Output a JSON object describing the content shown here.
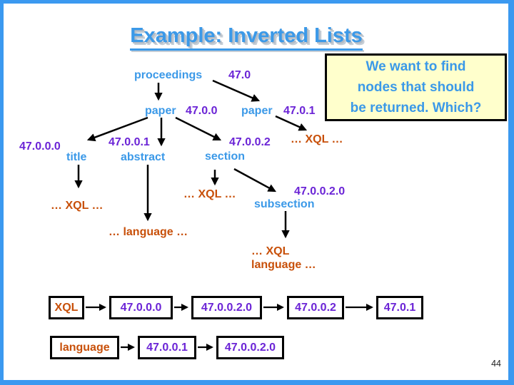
{
  "slide": {
    "title": "Example: Inverted Lists",
    "page_number": "44"
  },
  "callout": {
    "line1": "We want to find",
    "line2": "nodes that should",
    "line3": "be returned. Which?"
  },
  "tree": {
    "proceedings": {
      "label": "proceedings",
      "code": "47.0"
    },
    "paper_left": {
      "label": "paper",
      "code": "47.0.0"
    },
    "paper_right": {
      "label": "paper",
      "code": "47.0.1"
    },
    "title_node": {
      "label": "title",
      "code": "47.0.0.0"
    },
    "abstract_node": {
      "label": "abstract",
      "code": "47.0.0.1"
    },
    "section_node": {
      "label": "section",
      "code": "47.0.0.2"
    },
    "subsection_node": {
      "label": "subsection",
      "code": "47.0.0.2.0"
    },
    "xql_text_right_of_paper": "… XQL …",
    "xql_text_under_title": "… XQL …",
    "xql_text_under_section": "… XQL …",
    "language_text_under_abstract": "… language …",
    "xql_language_text_line1": "… XQL",
    "xql_language_text_line2": "language …"
  },
  "inverted_lists": {
    "row_xql": {
      "term": "XQL",
      "postings": [
        "47.0.0.0",
        "47.0.0.2.0",
        "47.0.0.2",
        "47.0.1"
      ]
    },
    "row_language": {
      "term": "language",
      "postings": [
        "47.0.0.1",
        "47.0.0.2.0"
      ]
    }
  },
  "colors": {
    "frame_blue": "#3B99F0",
    "heading_blue": "#3B99E8",
    "code_purple": "#6B24D6",
    "term_orange": "#C8500A",
    "callout_bg": "#FFFFCC",
    "arrow_black": "#000000"
  }
}
